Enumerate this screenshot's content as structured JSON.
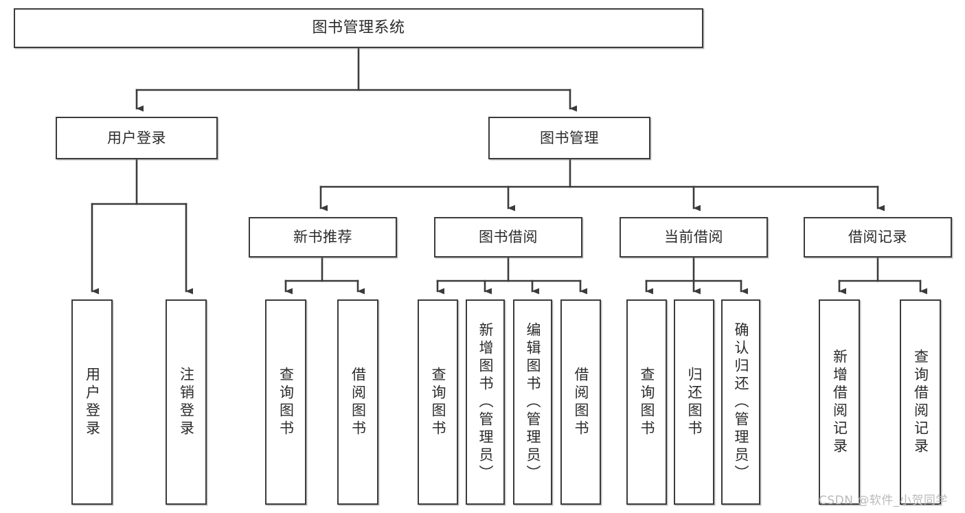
{
  "diagram": {
    "title_node": {
      "label": "图书管理系统"
    },
    "level2": [
      {
        "id": "user-login",
        "label": "用户登录"
      },
      {
        "id": "book-management",
        "label": "图书管理"
      }
    ],
    "level3": [
      {
        "id": "new-book-recommend",
        "label": "新书推荐"
      },
      {
        "id": "book-borrow",
        "label": "图书借阅"
      },
      {
        "id": "current-borrow",
        "label": "当前借阅"
      },
      {
        "id": "borrow-record",
        "label": "借阅记录"
      }
    ],
    "leaves": {
      "user_login": [
        {
          "id": "leaf-user-login",
          "label": "用户登录"
        },
        {
          "id": "leaf-logout-login",
          "label": "注销登录"
        }
      ],
      "new_book_recommend": [
        {
          "id": "leaf-query-book-1",
          "label": "查询图书"
        },
        {
          "id": "leaf-borrow-book-1",
          "label": "借阅图书"
        }
      ],
      "book_borrow": [
        {
          "id": "leaf-query-book-2",
          "label": "查询图书"
        },
        {
          "id": "leaf-add-book",
          "label": "新增图书（管理员）"
        },
        {
          "id": "leaf-edit-book",
          "label": "编辑图书（管理员）"
        },
        {
          "id": "leaf-borrow-book-2",
          "label": "借阅图书"
        }
      ],
      "current_borrow": [
        {
          "id": "leaf-query-book-3",
          "label": "查询图书"
        },
        {
          "id": "leaf-return-book",
          "label": "归还图书"
        },
        {
          "id": "leaf-confirm-return",
          "label": "确认归还（管理员）"
        }
      ],
      "borrow_record": [
        {
          "id": "leaf-add-borrow-record",
          "label": "新增借阅记录"
        },
        {
          "id": "leaf-query-borrow-record",
          "label": "查询借阅记录"
        }
      ]
    }
  },
  "watermark": {
    "text": "CSDN @软件_小贺同学"
  },
  "colors": {
    "stroke": "#3b3b3b",
    "text": "#2b2b2b",
    "background": "#ffffff",
    "watermark": "#b9b9b9"
  }
}
